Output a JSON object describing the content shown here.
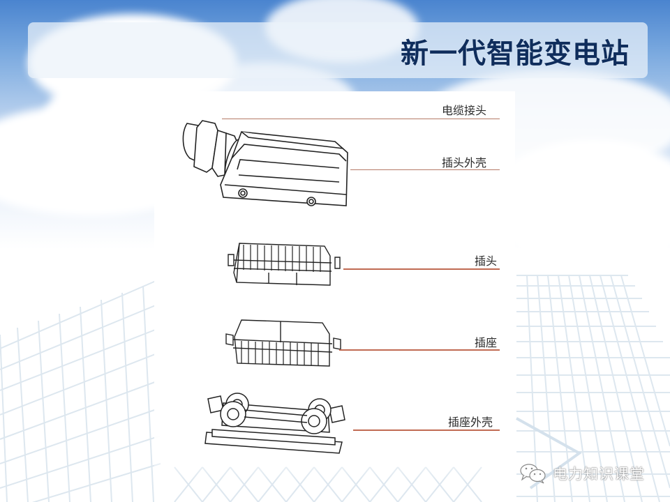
{
  "slide": {
    "title": "新一代智能变电站",
    "title_color": "#0f2d5c",
    "leader_color": "#c06a52"
  },
  "diagram": {
    "components": [
      {
        "id": "cable-gland",
        "label": "电缆接头"
      },
      {
        "id": "plug-housing",
        "label": "插头外壳"
      },
      {
        "id": "plug-insert",
        "label": "插头"
      },
      {
        "id": "socket-insert",
        "label": "插座"
      },
      {
        "id": "socket-housing",
        "label": "插座外壳"
      }
    ]
  },
  "footer": {
    "icon": "wechat-icon",
    "text": "电力知识课堂"
  }
}
